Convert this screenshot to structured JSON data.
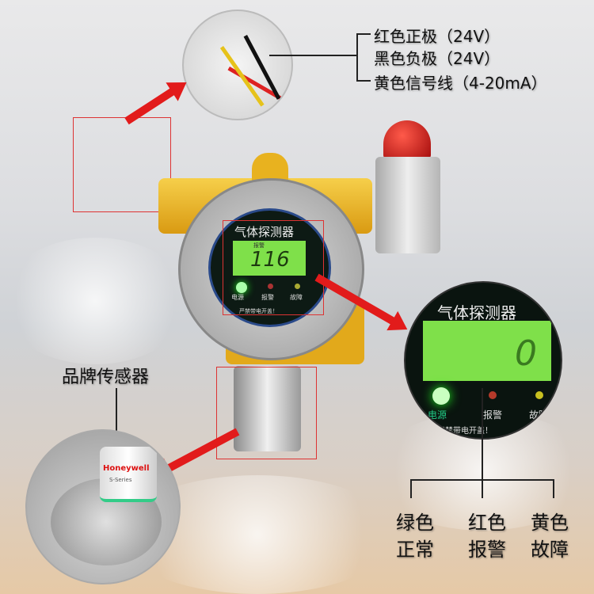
{
  "wires": {
    "labels": [
      "红色正极（24V）",
      "黑色负极（24V）",
      "黄色信号线（4-20mA）"
    ]
  },
  "device": {
    "title": "气体探测器",
    "reading": "116",
    "unit_small": "报警",
    "leds": [
      "电源",
      "报警",
      "故障"
    ],
    "warning": "严禁带电开盖！"
  },
  "zoom_display": {
    "title": "气体探测器",
    "reading": "0",
    "leds": [
      "电源",
      "报警",
      "故障"
    ],
    "warning": "严禁带电开盖！"
  },
  "sensor": {
    "label": "品牌传感器",
    "brand": "Honeywell",
    "series": "S-Series"
  },
  "legend": [
    {
      "color": "绿色",
      "meaning": "正常"
    },
    {
      "color": "红色",
      "meaning": "报警"
    },
    {
      "color": "黄色",
      "meaning": "故障"
    }
  ],
  "colors": {
    "arrow": "#e21b1b",
    "body": "#e8b21f",
    "lcd": "#7fe04a"
  }
}
